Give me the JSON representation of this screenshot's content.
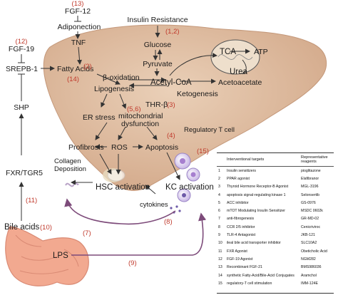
{
  "nodes": {
    "fgf12": "FGF-12",
    "adiponectin": "Adiponection",
    "tnf": "TNF",
    "insulin_resistance": "Insulin Resistance",
    "glucose": "Glucose",
    "pyruvate": "Pyruvate",
    "acetyl_coa": "Acetyl-CoA",
    "ketogenesis": "Ketogenesis",
    "acetoacetate": "Acetoacetate",
    "tca": "TCA",
    "atp": "ATP",
    "urea": "Urea",
    "fgf19": "FGF-19",
    "srepb1": "SREPB-1",
    "fatty_acids": "Fatty Acids",
    "beta_oxidation": "β-oxidation",
    "lipogenesis": "Lipogenesis",
    "thr_beta": "THR-β",
    "er_stress": "ER stress",
    "mito_1": "mitochondrial",
    "mito_2": "dysfunction",
    "shp": "SHP",
    "fxr_tgr5": "FXR/TGR5",
    "profibrosis": "Profibrosis",
    "ros": "ROS",
    "apoptosis": "Apoptosis",
    "regulatory_t_cell": "Regulatory T cell",
    "collagen_1": "Collagen",
    "collagen_2": "Deposition",
    "hsc_activation": "HSC activation",
    "kc_activation": "KC activation",
    "cytokines": "cytokines",
    "bile_acids": "Bile acids",
    "lps": "LPS"
  },
  "refs": {
    "r13": "(13)",
    "r12_top": "(1,2)",
    "r12": "(12)",
    "r2": "(2)",
    "r14": "(14)",
    "r3": "(3)",
    "r56": "(5,6)",
    "r4": "(4)",
    "r15": "(15)",
    "r11": "(11)",
    "r10": "(10)",
    "r7": "(7)",
    "r8": "(8)",
    "r9": "(9)"
  },
  "table": {
    "header_targets": "Interventional targets",
    "header_reagents_1": "Representative",
    "header_reagents_2": "reagents",
    "rows": [
      {
        "n": "1",
        "target": "Insulin sensitizers",
        "reagent": "pioglitazone"
      },
      {
        "n": "2",
        "target": "PPAR agonist",
        "reagent": "Elafibranor"
      },
      {
        "n": "3",
        "target": "Thyroid Hormone Receptor-B Agonist",
        "reagent": "MGL-3196"
      },
      {
        "n": "4",
        "target": "apoptosis signal-regulating kinase 1",
        "reagent": "Selonsertib"
      },
      {
        "n": "5",
        "target": "ACC inhibitor",
        "reagent": "GS-0976"
      },
      {
        "n": "6",
        "target": "mTOT Modulating Insulin Sensitizer",
        "reagent": "MSDC 0602k"
      },
      {
        "n": "7",
        "target": "anti-fibrogenesis",
        "reagent": "GR-MD-02"
      },
      {
        "n": "8",
        "target": "CCR 2/5 inhibitor",
        "reagent": "Cenicriviroc"
      },
      {
        "n": "9",
        "target": "TLR-4 Antagonist",
        "reagent": "JKB-121"
      },
      {
        "n": "10",
        "target": "ileal bile acid transporter inhibitor",
        "reagent": "SLC10A2"
      },
      {
        "n": "11",
        "target": "FXR Agonist",
        "reagent": "Obeticholic Acid"
      },
      {
        "n": "12",
        "target": "FGF-19 Agonist",
        "reagent": "NGM282"
      },
      {
        "n": "13",
        "target": "Recombinant FGF-21",
        "reagent": "BMS986036"
      },
      {
        "n": "14",
        "target": "synthetic Fatty-Acid/Bile-Acid Conjugates",
        "reagent": "Aramchol"
      },
      {
        "n": "15",
        "target": "regulatory-T cell stimulation",
        "reagent": "IMM-124E"
      }
    ]
  },
  "colors": {
    "liver": "#dcb79a",
    "liver_edge": "#c4987a",
    "intestine": "#f2a990",
    "reference_red": "#c0392b",
    "arrow_purple": "#7d4b7a"
  }
}
